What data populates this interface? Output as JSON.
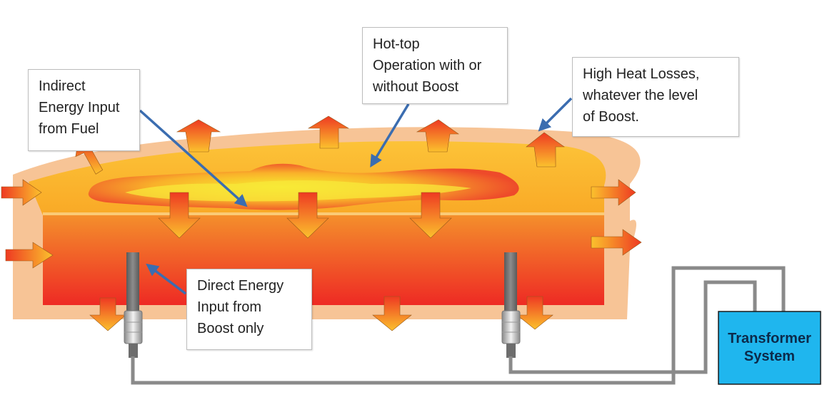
{
  "diagram": {
    "callouts": {
      "indirect_fuel": {
        "lines": [
          "Indirect",
          "Energy Input",
          "from Fuel"
        ]
      },
      "hot_top": {
        "lines": [
          "Hot-top",
          "Operation with or",
          "without Boost"
        ]
      },
      "heat_losses": {
        "lines": [
          "High Heat Losses,",
          "whatever the level",
          "of Boost."
        ]
      },
      "direct_boost": {
        "lines": [
          "Direct Energy",
          "Input from",
          "Boost only"
        ]
      }
    },
    "transformer": {
      "lines": [
        "Transformer",
        "System"
      ]
    },
    "colors": {
      "outer_shell": "#f7c496",
      "batch_layer": "#fbb62c",
      "melt_top": "#f4922c",
      "melt_bottom": "#ee2a24",
      "flame_outer": "#ee4a2a",
      "flame_core": "#f8ee30",
      "arrow_hot": "#ee3a22",
      "arrow_warm": "#fbc12d",
      "pointer": "#3b6db0",
      "cable": "#888888",
      "transformer_box": "#1fb6ee"
    }
  }
}
